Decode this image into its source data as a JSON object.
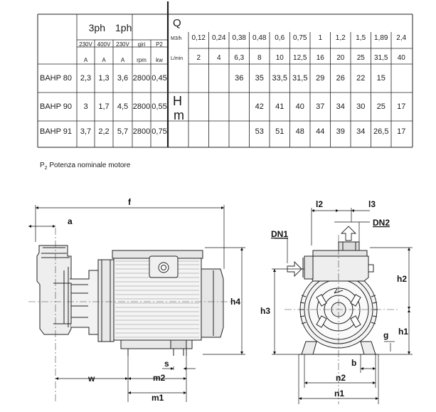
{
  "table": {
    "phase3": "3ph",
    "phase1": "1ph",
    "q_label": "Q",
    "m3h_label": "M3/h",
    "lmin_label": "L/min",
    "h_label": "H",
    "m_label": "m",
    "col_headers": [
      "230V",
      "400V",
      "230V",
      "giri",
      "P2"
    ],
    "unit_headers": [
      "A",
      "A",
      "A",
      "rpm",
      "kw"
    ],
    "flow_m3h": [
      "0,12",
      "0,24",
      "0,38",
      "0,48",
      "0,6",
      "0,75",
      "1",
      "1,2",
      "1,5",
      "1,89",
      "2,4"
    ],
    "flow_lmin": [
      "2",
      "4",
      "6,3",
      "8",
      "10",
      "12,5",
      "16",
      "20",
      "25",
      "31,5",
      "40"
    ],
    "rows": [
      {
        "model": "BAHP 80",
        "specs": [
          "2,3",
          "1,3",
          "3,6",
          "2800",
          "0,45"
        ],
        "heads": [
          "",
          "",
          "36",
          "35",
          "33,5",
          "31,5",
          "29",
          "26",
          "22",
          "15",
          ""
        ]
      },
      {
        "model": "BAHP 90",
        "specs": [
          "3",
          "1,7",
          "4,5",
          "2800",
          "0,55"
        ],
        "heads": [
          "",
          "",
          "",
          "42",
          "41",
          "40",
          "37",
          "34",
          "30",
          "25",
          "17"
        ]
      },
      {
        "model": "BAHP 91",
        "specs": [
          "3,7",
          "2,2",
          "5,7",
          "2800",
          "0,75"
        ],
        "heads": [
          "",
          "",
          "",
          "53",
          "51",
          "48",
          "44",
          "39",
          "34",
          "26,5",
          "17"
        ]
      }
    ]
  },
  "footnote": {
    "symbol": "P",
    "sub": "2",
    "text": " Potenza nominale motore"
  },
  "side_view": {
    "f": "f",
    "a": "a",
    "h4": "h4",
    "s": "s",
    "w": "w",
    "m2": "m2",
    "m1": "m1"
  },
  "front_view": {
    "l2": "l2",
    "l3": "l3",
    "dn1": "DN1",
    "dn2": "DN2",
    "h2": "h2",
    "h3": "h3",
    "h1": "h1",
    "g": "g",
    "b": "b",
    "n2": "n2",
    "n1": "n1"
  }
}
